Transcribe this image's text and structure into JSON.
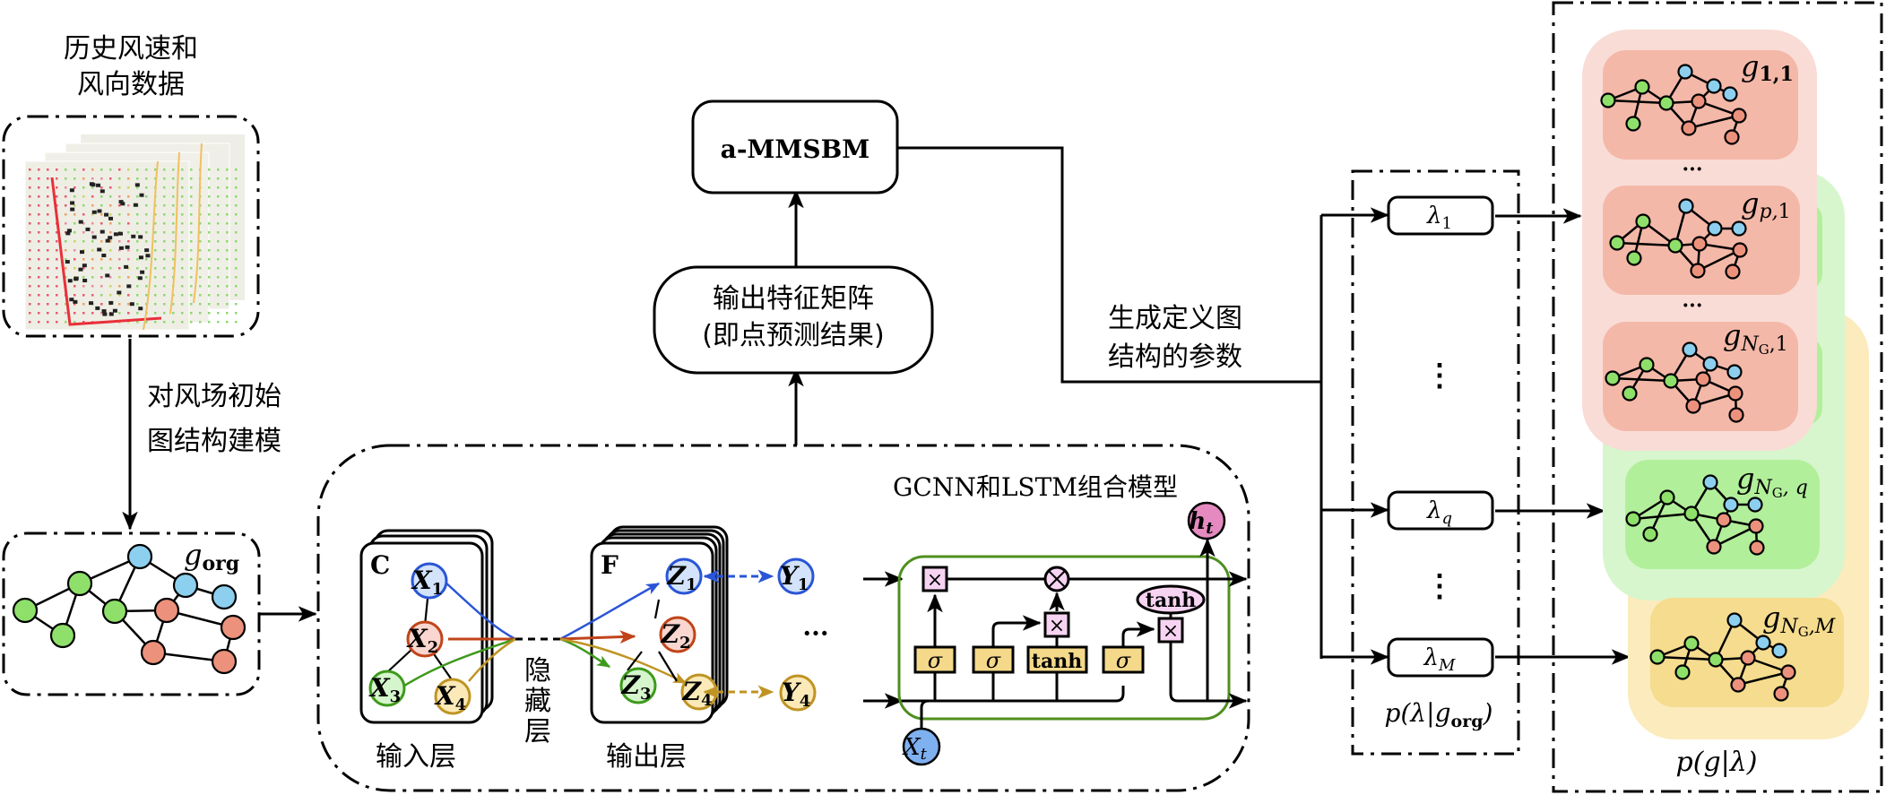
{
  "input_data": {
    "title_line1": "历史风速和",
    "title_line2": "风向数据"
  },
  "modeling_step": {
    "label_line1": "对风场初始",
    "label_line2": "图结构建模"
  },
  "initial_graph": {
    "label": "g",
    "label_sub": "org"
  },
  "combined_model": {
    "title": "GCNN和LSTM组合模型",
    "input_layer": {
      "label": "输入层",
      "card_letter": "C",
      "nodes": [
        {
          "name": "X",
          "sub": "1",
          "color": "#2a55d6",
          "fill": "#d2e3fb"
        },
        {
          "name": "X",
          "sub": "2",
          "color": "#c0441a",
          "fill": "#f9d6cf"
        },
        {
          "name": "X",
          "sub": "3",
          "color": "#3e9a1c",
          "fill": "#d5f5cc"
        },
        {
          "name": "X",
          "sub": "4",
          "color": "#bf9423",
          "fill": "#fbe9b8"
        }
      ]
    },
    "hidden_layer": {
      "label_chars": [
        "隐",
        "藏",
        "层"
      ]
    },
    "output_layer": {
      "label": "输出层",
      "card_letter": "F",
      "nodes": [
        {
          "name": "Z",
          "sub": "1",
          "color": "#2a55d6",
          "fill": "#d2e3fb"
        },
        {
          "name": "Z",
          "sub": "2",
          "color": "#c0441a",
          "fill": "#f9d6cf"
        },
        {
          "name": "Z",
          "sub": "3",
          "color": "#3e9a1c",
          "fill": "#d5f5cc"
        },
        {
          "name": "Z",
          "sub": "4",
          "color": "#bf9423",
          "fill": "#fbe9b8"
        }
      ],
      "targets": [
        {
          "name": "Y",
          "sub": "1"
        },
        {
          "name": "Y",
          "sub": "4"
        }
      ],
      "ellipsis": "···"
    },
    "lstm": {
      "gates": [
        "σ",
        "σ",
        "tanh",
        "σ"
      ],
      "output_tanh": "tanh",
      "mult_symbol": "×",
      "input": {
        "name": "X",
        "sub": "t"
      },
      "output": {
        "name": "h",
        "sub": "t"
      },
      "border_color": "#4f8f1f"
    }
  },
  "feature_matrix": {
    "line1": "输出特征矩阵",
    "line2": "(即点预测结果)"
  },
  "ammsbm": {
    "label": "a-MMSBM"
  },
  "param_label": {
    "line1": "生成定义图",
    "line2": "结构的参数"
  },
  "lambda_group": {
    "items": [
      {
        "sym": "λ",
        "sub": "1"
      },
      {
        "sym": "λ",
        "sub": "q"
      },
      {
        "sym": "λ",
        "sub": "M"
      }
    ],
    "vdots": "⋮",
    "caption": {
      "p": "p",
      "open": "(λ|",
      "g": "g",
      "sub": "org",
      "close": ")"
    }
  },
  "graph_group": {
    "stacks": [
      {
        "color_outer": "#f9dcd6",
        "color_inner": "#f4b8a8",
        "graphs": [
          {
            "label": "g",
            "sub": "1,1"
          },
          {
            "label": "g",
            "sub": "p,1"
          },
          {
            "label": "g",
            "sub": "NG,1",
            "sub_main": "N",
            "sub_sub": "G",
            "sub_tail": ",1"
          }
        ]
      },
      {
        "color_outer": "#d7f6cd",
        "color_inner": "#b2ef9a",
        "graphs": [
          {
            "label": "g",
            "sub": "NG,q",
            "sub_main": "N",
            "sub_sub": "G",
            "sub_tail": ", q"
          }
        ]
      },
      {
        "color_outer": "#fbebbd",
        "color_inner": "#f5dc8e",
        "graphs": [
          {
            "label": "g",
            "sub": "NG,M",
            "sub_main": "N",
            "sub_sub": "G",
            "sub_tail": ",M"
          }
        ]
      }
    ],
    "ellipsis": "···",
    "caption": {
      "p": "p",
      "text": "(g|λ)"
    }
  },
  "node_colors": {
    "green": "#8ee06a",
    "blue": "#8ccfee",
    "red": "#ec917c"
  }
}
